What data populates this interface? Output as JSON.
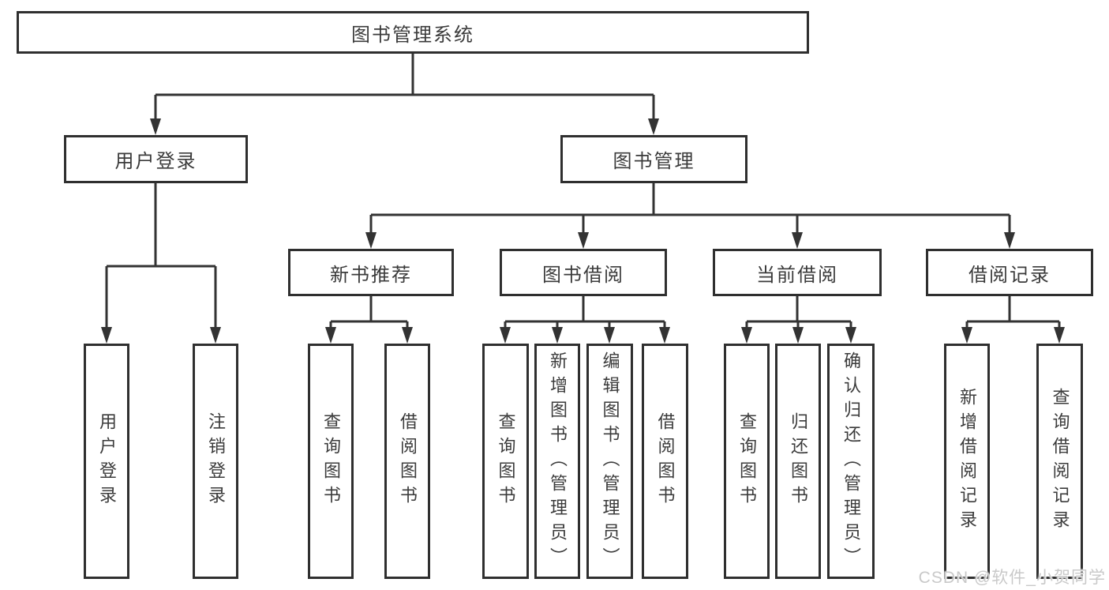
{
  "tree": {
    "root": "图书管理系统",
    "user_login": {
      "label": "用户登录",
      "children": [
        "用户登录",
        "注销登录"
      ]
    },
    "book_mgmt": {
      "label": "图书管理",
      "sections": [
        {
          "label": "新书推荐",
          "children": [
            "查询图书",
            "借阅图书"
          ]
        },
        {
          "label": "图书借阅",
          "children": [
            "查询图书",
            "新增图书（管理员）",
            "编辑图书（管理员）",
            "借阅图书"
          ]
        },
        {
          "label": "当前借阅",
          "children": [
            "查询图书",
            "归还图书",
            "确认归还（管理员）"
          ]
        },
        {
          "label": "借阅记录",
          "children": [
            "新增借阅记录",
            "查询借阅记录"
          ]
        }
      ]
    }
  },
  "watermark": {
    "text": "CSDN @软件_小贺同学"
  },
  "colors": {
    "background": "#ffffff",
    "box_border": "#2f2f2f",
    "connector_line": "#333333",
    "text": "#3b3b3b",
    "watermark": "#c9c9c9"
  }
}
